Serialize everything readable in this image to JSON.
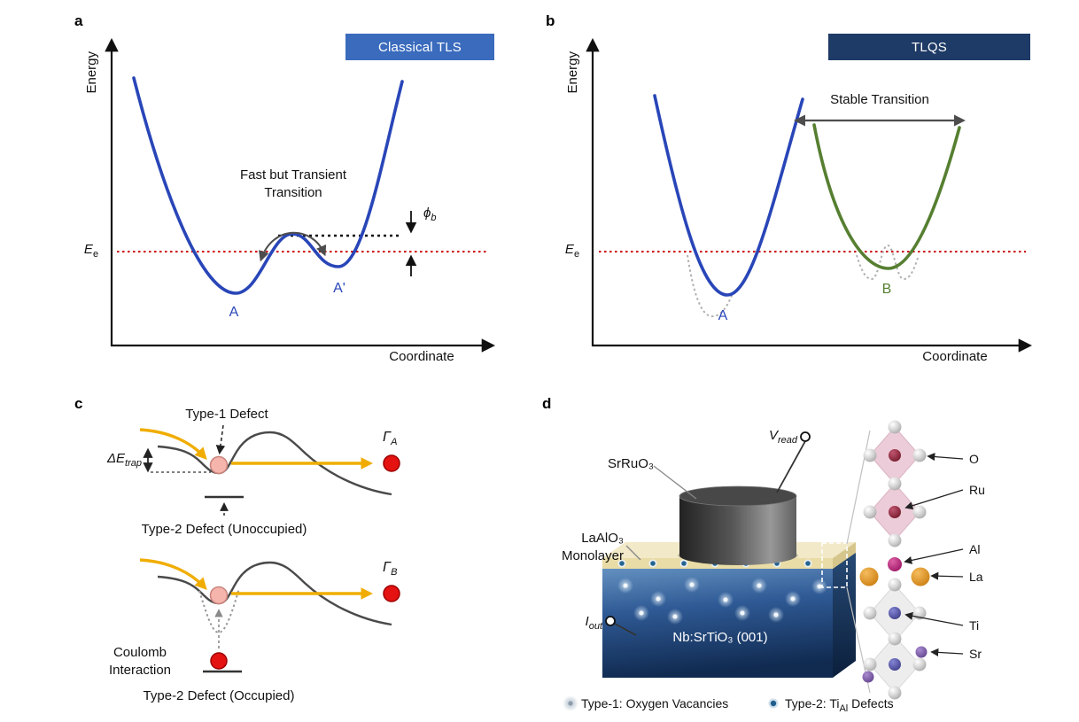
{
  "colors": {
    "classical_tls_badge": "#3a6bbd",
    "tlqs_badge": "#1e3a66",
    "well_blue": "#2946b8",
    "well_green": "#567f31",
    "energy_level_red": "#cc0000",
    "transfer_arrow_yellow": "#f0ad00"
  },
  "panel_a": {
    "label": "a",
    "badge": "Classical TLS",
    "y_axis_label": "Energy",
    "x_axis_label": "Coordinate",
    "energy_level": {
      "main": "E",
      "sub": "e"
    },
    "barrier_height": {
      "main": "ϕ",
      "sub": "b"
    },
    "transition_note": [
      "Fast but Transient",
      "Transition"
    ],
    "well_left": "A",
    "well_right": "A'"
  },
  "panel_b": {
    "label": "b",
    "badge": "TLQS",
    "y_axis_label": "Energy",
    "x_axis_label": "Coordinate",
    "energy_level": {
      "main": "E",
      "sub": "e"
    },
    "transition_note": "Stable Transition",
    "well_left": "A",
    "well_right": "B"
  },
  "panel_c": {
    "label": "c",
    "type1_label": "Type-1 Defect",
    "trap_depth": {
      "main": "ΔE",
      "sub": "trap"
    },
    "rate_a": {
      "main": "Γ",
      "sub": "A"
    },
    "rate_b": {
      "main": "Γ",
      "sub": "B"
    },
    "type2_unoccupied": "Type-2 Defect (Unoccupied)",
    "coulomb_note": [
      "Coulomb",
      "Interaction"
    ],
    "type2_occupied": "Type-2 Defect (Occupied)"
  },
  "panel_d": {
    "label": "d",
    "v_read": {
      "main": "V",
      "sub": "read"
    },
    "i_out": {
      "main": "I",
      "sub": "out"
    },
    "top_electrode": "SrRuO₃",
    "monolayer": [
      "LaAlO₃",
      "Monolayer"
    ],
    "substrate": "Nb:SrTiO₃ (001)",
    "atoms": [
      "O",
      "Ru",
      "Al",
      "La",
      "Ti",
      "Sr"
    ],
    "legend": {
      "type1": "Type-1: Oxygen Vacancies",
      "type2": {
        "prefix": "Type-2: Ti",
        "sub": "Al",
        "suffix": " Defects"
      }
    }
  }
}
